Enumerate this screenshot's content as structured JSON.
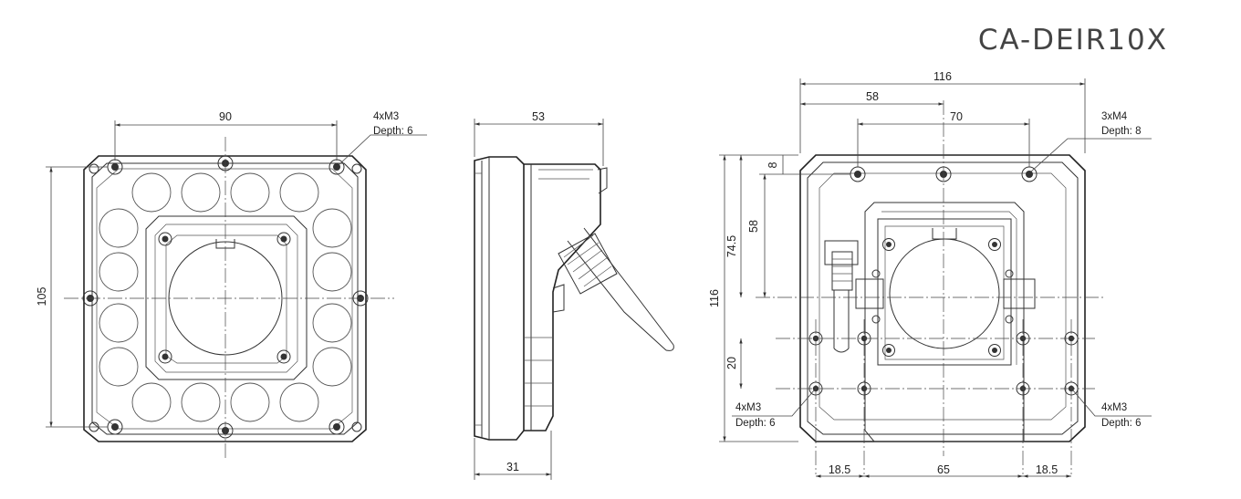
{
  "model": "CA-DEIR10X",
  "front_view": {
    "dim_width": "90",
    "dim_height": "105",
    "thread_note_1": "4xM3",
    "thread_note_2": "Depth: 6"
  },
  "side_view": {
    "dim_depth": "53",
    "dim_base": "31"
  },
  "rear_view": {
    "dim_width": "116",
    "dim_half": "58",
    "dim_hole_spacing": "70",
    "dim_height": "116",
    "dim_74_5": "74.5",
    "dim_58_v": "58",
    "dim_8": "8",
    "dim_20": "20",
    "dim_18_5_left": "18.5",
    "dim_65": "65",
    "dim_18_5_right": "18.5",
    "top_note_1": "3xM4",
    "top_note_2": "Depth: 8",
    "left_note_1": "4xM3",
    "left_note_2": "Depth: 6",
    "right_note_1": "4xM3",
    "right_note_2": "Depth: 6"
  }
}
